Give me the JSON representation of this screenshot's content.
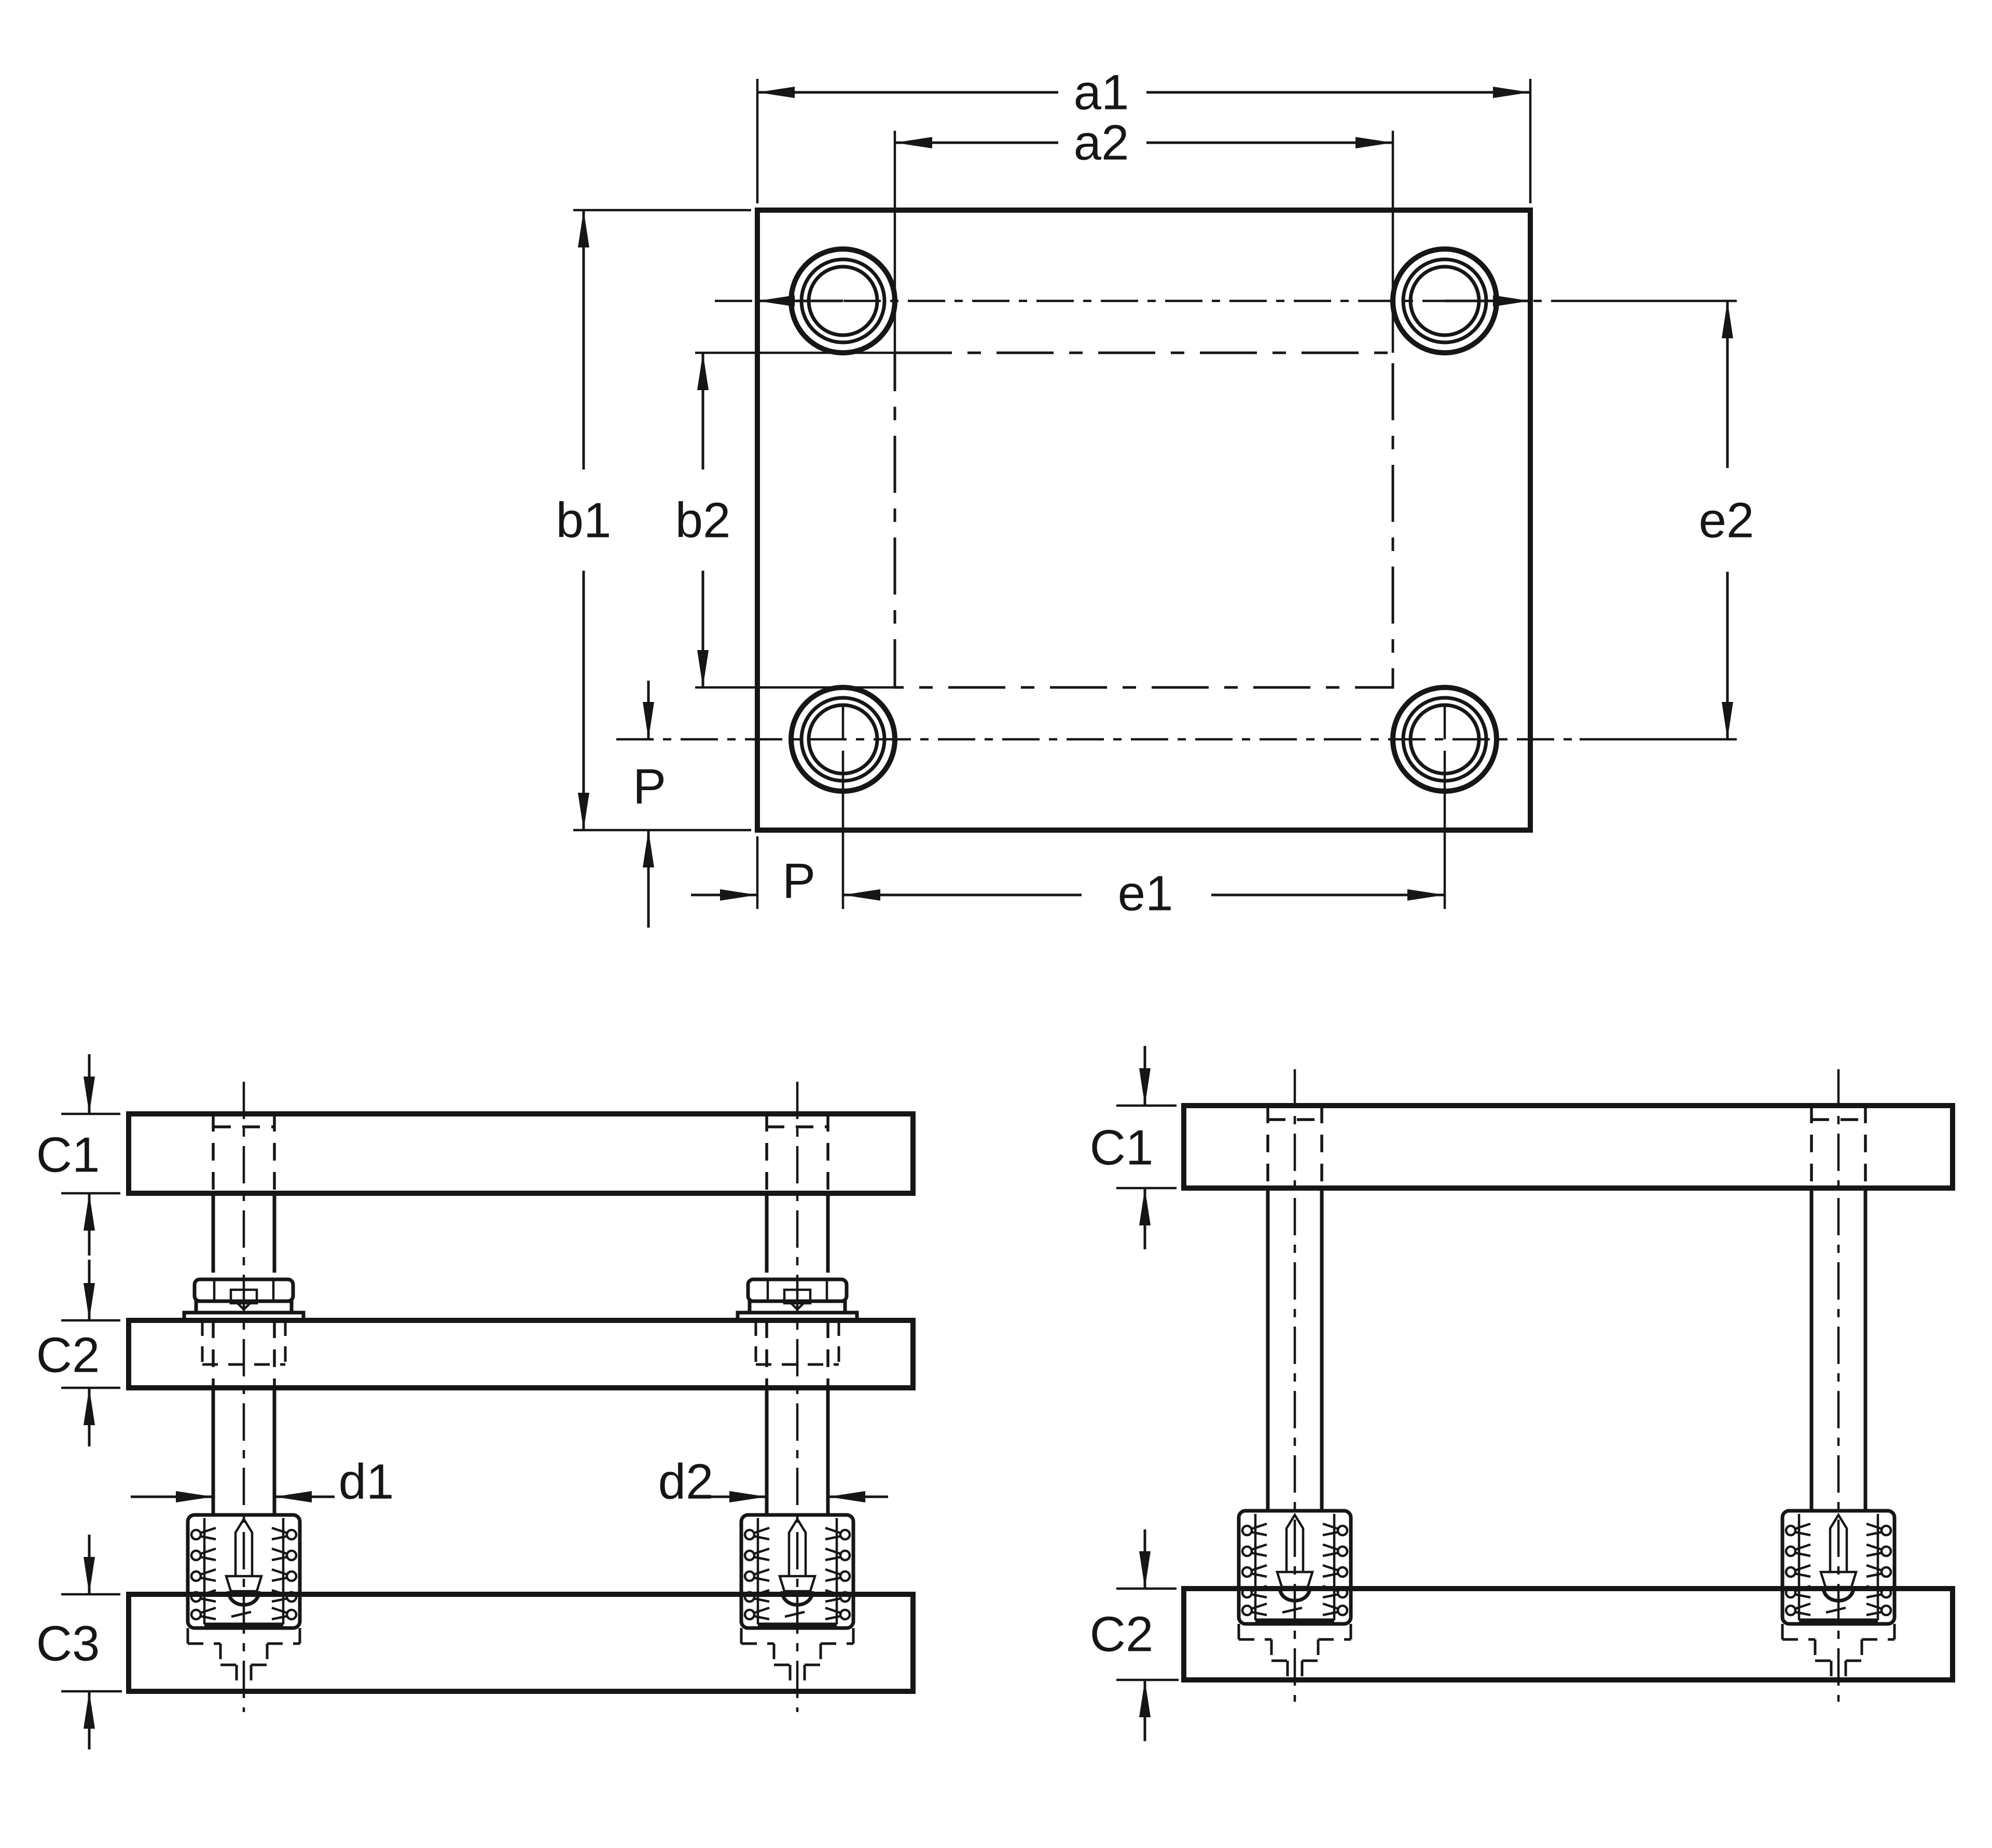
{
  "page": {
    "background": "#ffffff",
    "ink": "#161616",
    "kind": "die-set dimensional drawing"
  },
  "views": {
    "plan": {
      "labels": {
        "a1": "a1",
        "a2": "a2",
        "b1": "b1",
        "b2": "b2",
        "e1": "e1",
        "e2": "e2",
        "p_left": "P",
        "p_bottom": "P"
      }
    },
    "front": {
      "labels": {
        "c1": "C1",
        "c2": "C2",
        "c3": "C3",
        "d1": "d1",
        "d2": "d2"
      }
    },
    "side": {
      "labels": {
        "c1": "C1",
        "c2": "C2"
      }
    }
  }
}
